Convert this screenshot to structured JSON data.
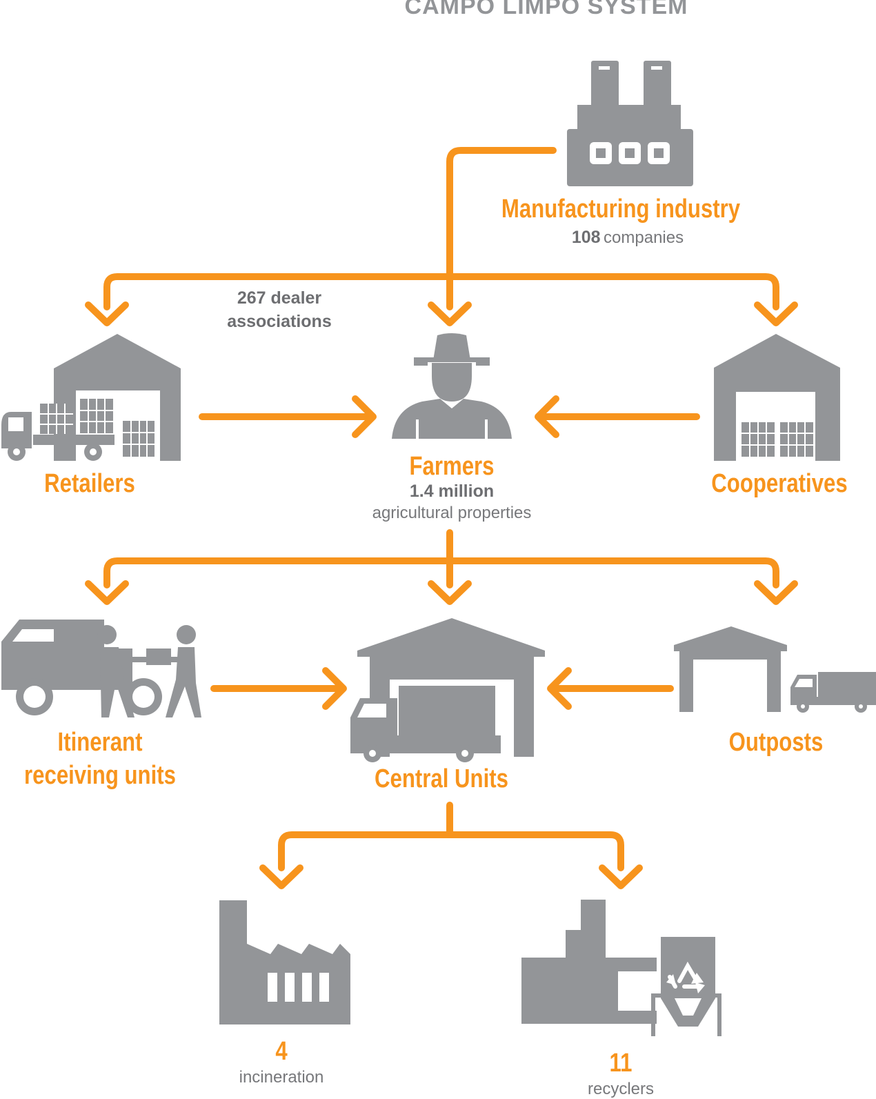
{
  "title": "CAMPO LIMPO SYSTEM",
  "nodes": {
    "manufacturing": {
      "label": "Manufacturing industry",
      "count": "108",
      "unit": "companies",
      "icon": "factory-icon"
    },
    "dealers": {
      "line1": "267 dealer",
      "line2": "associations"
    },
    "retailers": {
      "label": "Retailers",
      "icon": "warehouse-truck-icon"
    },
    "farmers": {
      "label": "Farmers",
      "count": "1.4 million",
      "unit": "agricultural properties",
      "icon": "farmer-icon"
    },
    "cooperatives": {
      "label": "Cooperatives",
      "icon": "warehouse-icon"
    },
    "itinerant": {
      "line1": "Itinerant",
      "line2": "receiving units",
      "icon": "truck-workers-icon"
    },
    "central": {
      "label": "Central Units",
      "icon": "warehouse-truck-icon"
    },
    "outposts": {
      "label": "Outposts",
      "icon": "shed-truck-icon"
    },
    "incineration": {
      "count": "4",
      "unit": "incineration",
      "icon": "incinerator-factory-icon"
    },
    "recyclers": {
      "count": "11",
      "unit": "recyclers",
      "icon": "recycling-plant-icon"
    }
  },
  "colors": {
    "accent": "#f7941d",
    "icon": "#939598",
    "text_dark": "#6d6e71"
  }
}
